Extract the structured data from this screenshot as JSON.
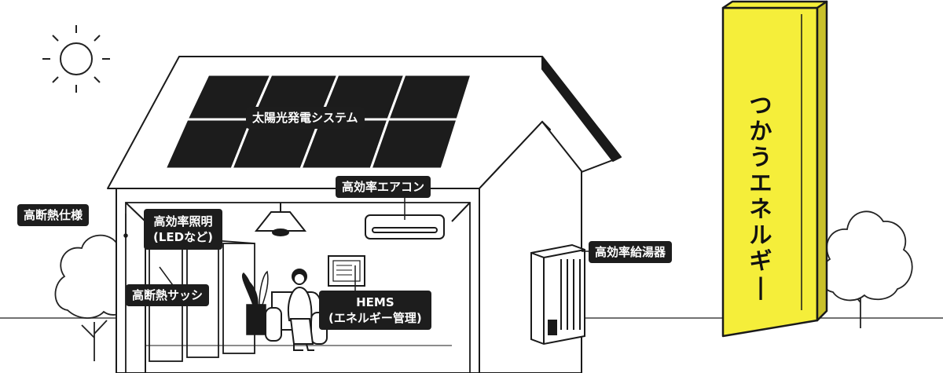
{
  "labels": {
    "solar": "太陽光発電システム",
    "air_conditioner": "高効率エアコン",
    "insulation": "高断熱仕様",
    "lighting_line1": "高効率照明",
    "lighting_line2": "(LEDなど)",
    "water_heater": "高効率給湯器",
    "sash": "高断熱サッシ",
    "hems_line1": "HEMS",
    "hems_line2": "(エネルギー管理)"
  },
  "tower": {
    "text": "つかうエネルギー",
    "color": "#f5ee3a"
  },
  "colors": {
    "line": "#1a1a1a",
    "label_bg": "#1d1d1d",
    "label_text": "#ffffff"
  }
}
